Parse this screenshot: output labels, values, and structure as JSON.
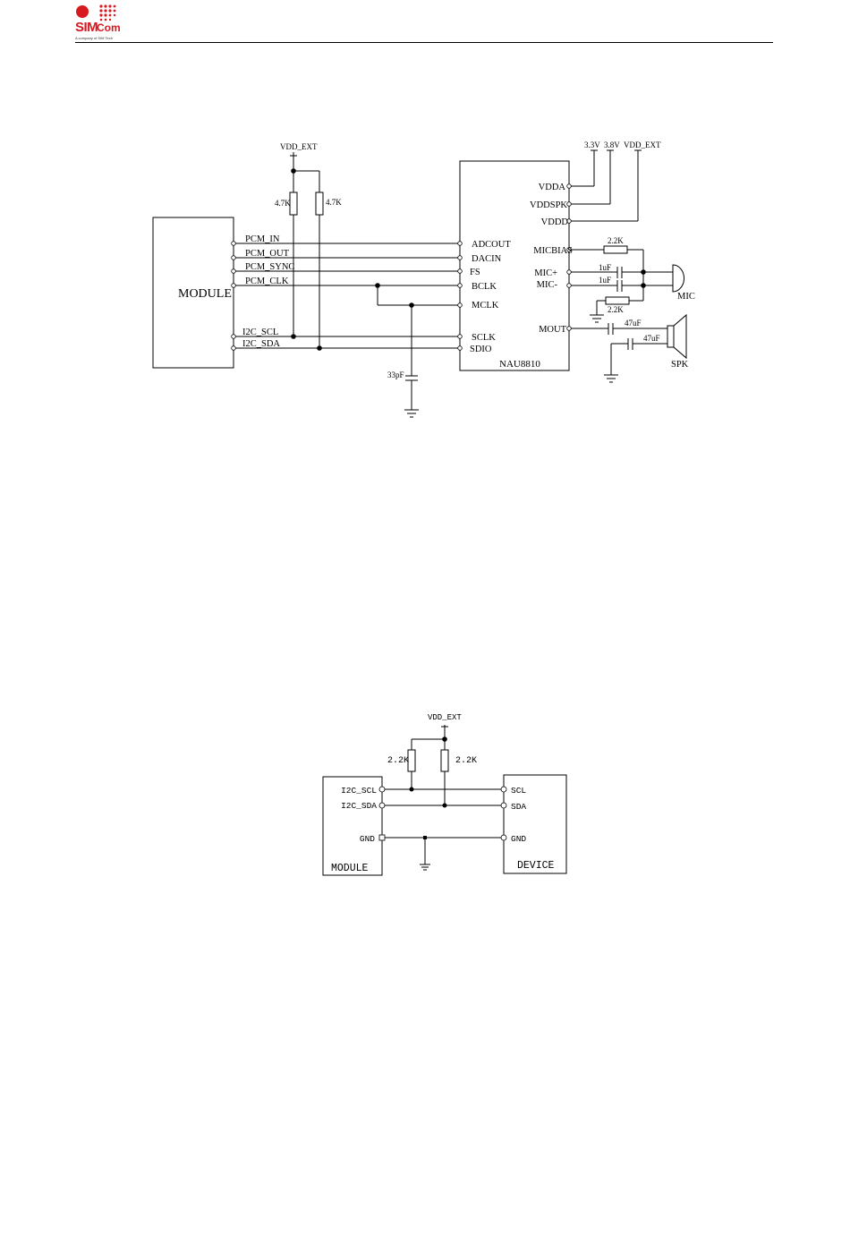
{
  "header": {
    "logo_sim": "SIM",
    "logo_com": "Com",
    "logo_tagline": "A company of SIM Tech"
  },
  "diagram1": {
    "module_label": "MODULE",
    "chip_label": "NAU8810",
    "supply_vdd_ext": "VDD_EXT",
    "pullup_left": "4.7K",
    "pullup_right": "4.7K",
    "module_pins": [
      "PCM_IN",
      "PCM_OUT",
      "PCM_SYNC",
      "PCM_CLK",
      "I2C_SCL",
      "I2C_SDA"
    ],
    "chip_left_pins": [
      "ADCOUT",
      "DACIN",
      "FS",
      "BCLK",
      "MCLK",
      "SCLK",
      "SDIO"
    ],
    "chip_right_pins": [
      "VDDA",
      "VDDSPK",
      "VDDD",
      "MICBIAS",
      "MIC+",
      "MIC-",
      "MOUT"
    ],
    "rail_33": "3.3V",
    "rail_38": "3.8V",
    "rail_vdd_ext": "VDD_EXT",
    "mic_bias_res": "2.2K",
    "mic_cap_top": "1uF",
    "mic_cap_bottom": "1uF",
    "mic_gnd_res": "2.2K",
    "spk_cap_1": "47uF",
    "spk_cap_2": "47uF",
    "clk_cap": "33pF",
    "mic_label": "MIC",
    "spk_label": "SPK"
  },
  "diagram2": {
    "supply": "VDD_EXT",
    "res_left": "2.2K",
    "res_right": "2.2K",
    "module_pins": [
      "I2C_SCL",
      "I2C_SDA",
      "GND"
    ],
    "device_pins": [
      "SCL",
      "SDA",
      "GND"
    ],
    "module_label": "MODULE",
    "device_label": "DEVICE"
  }
}
